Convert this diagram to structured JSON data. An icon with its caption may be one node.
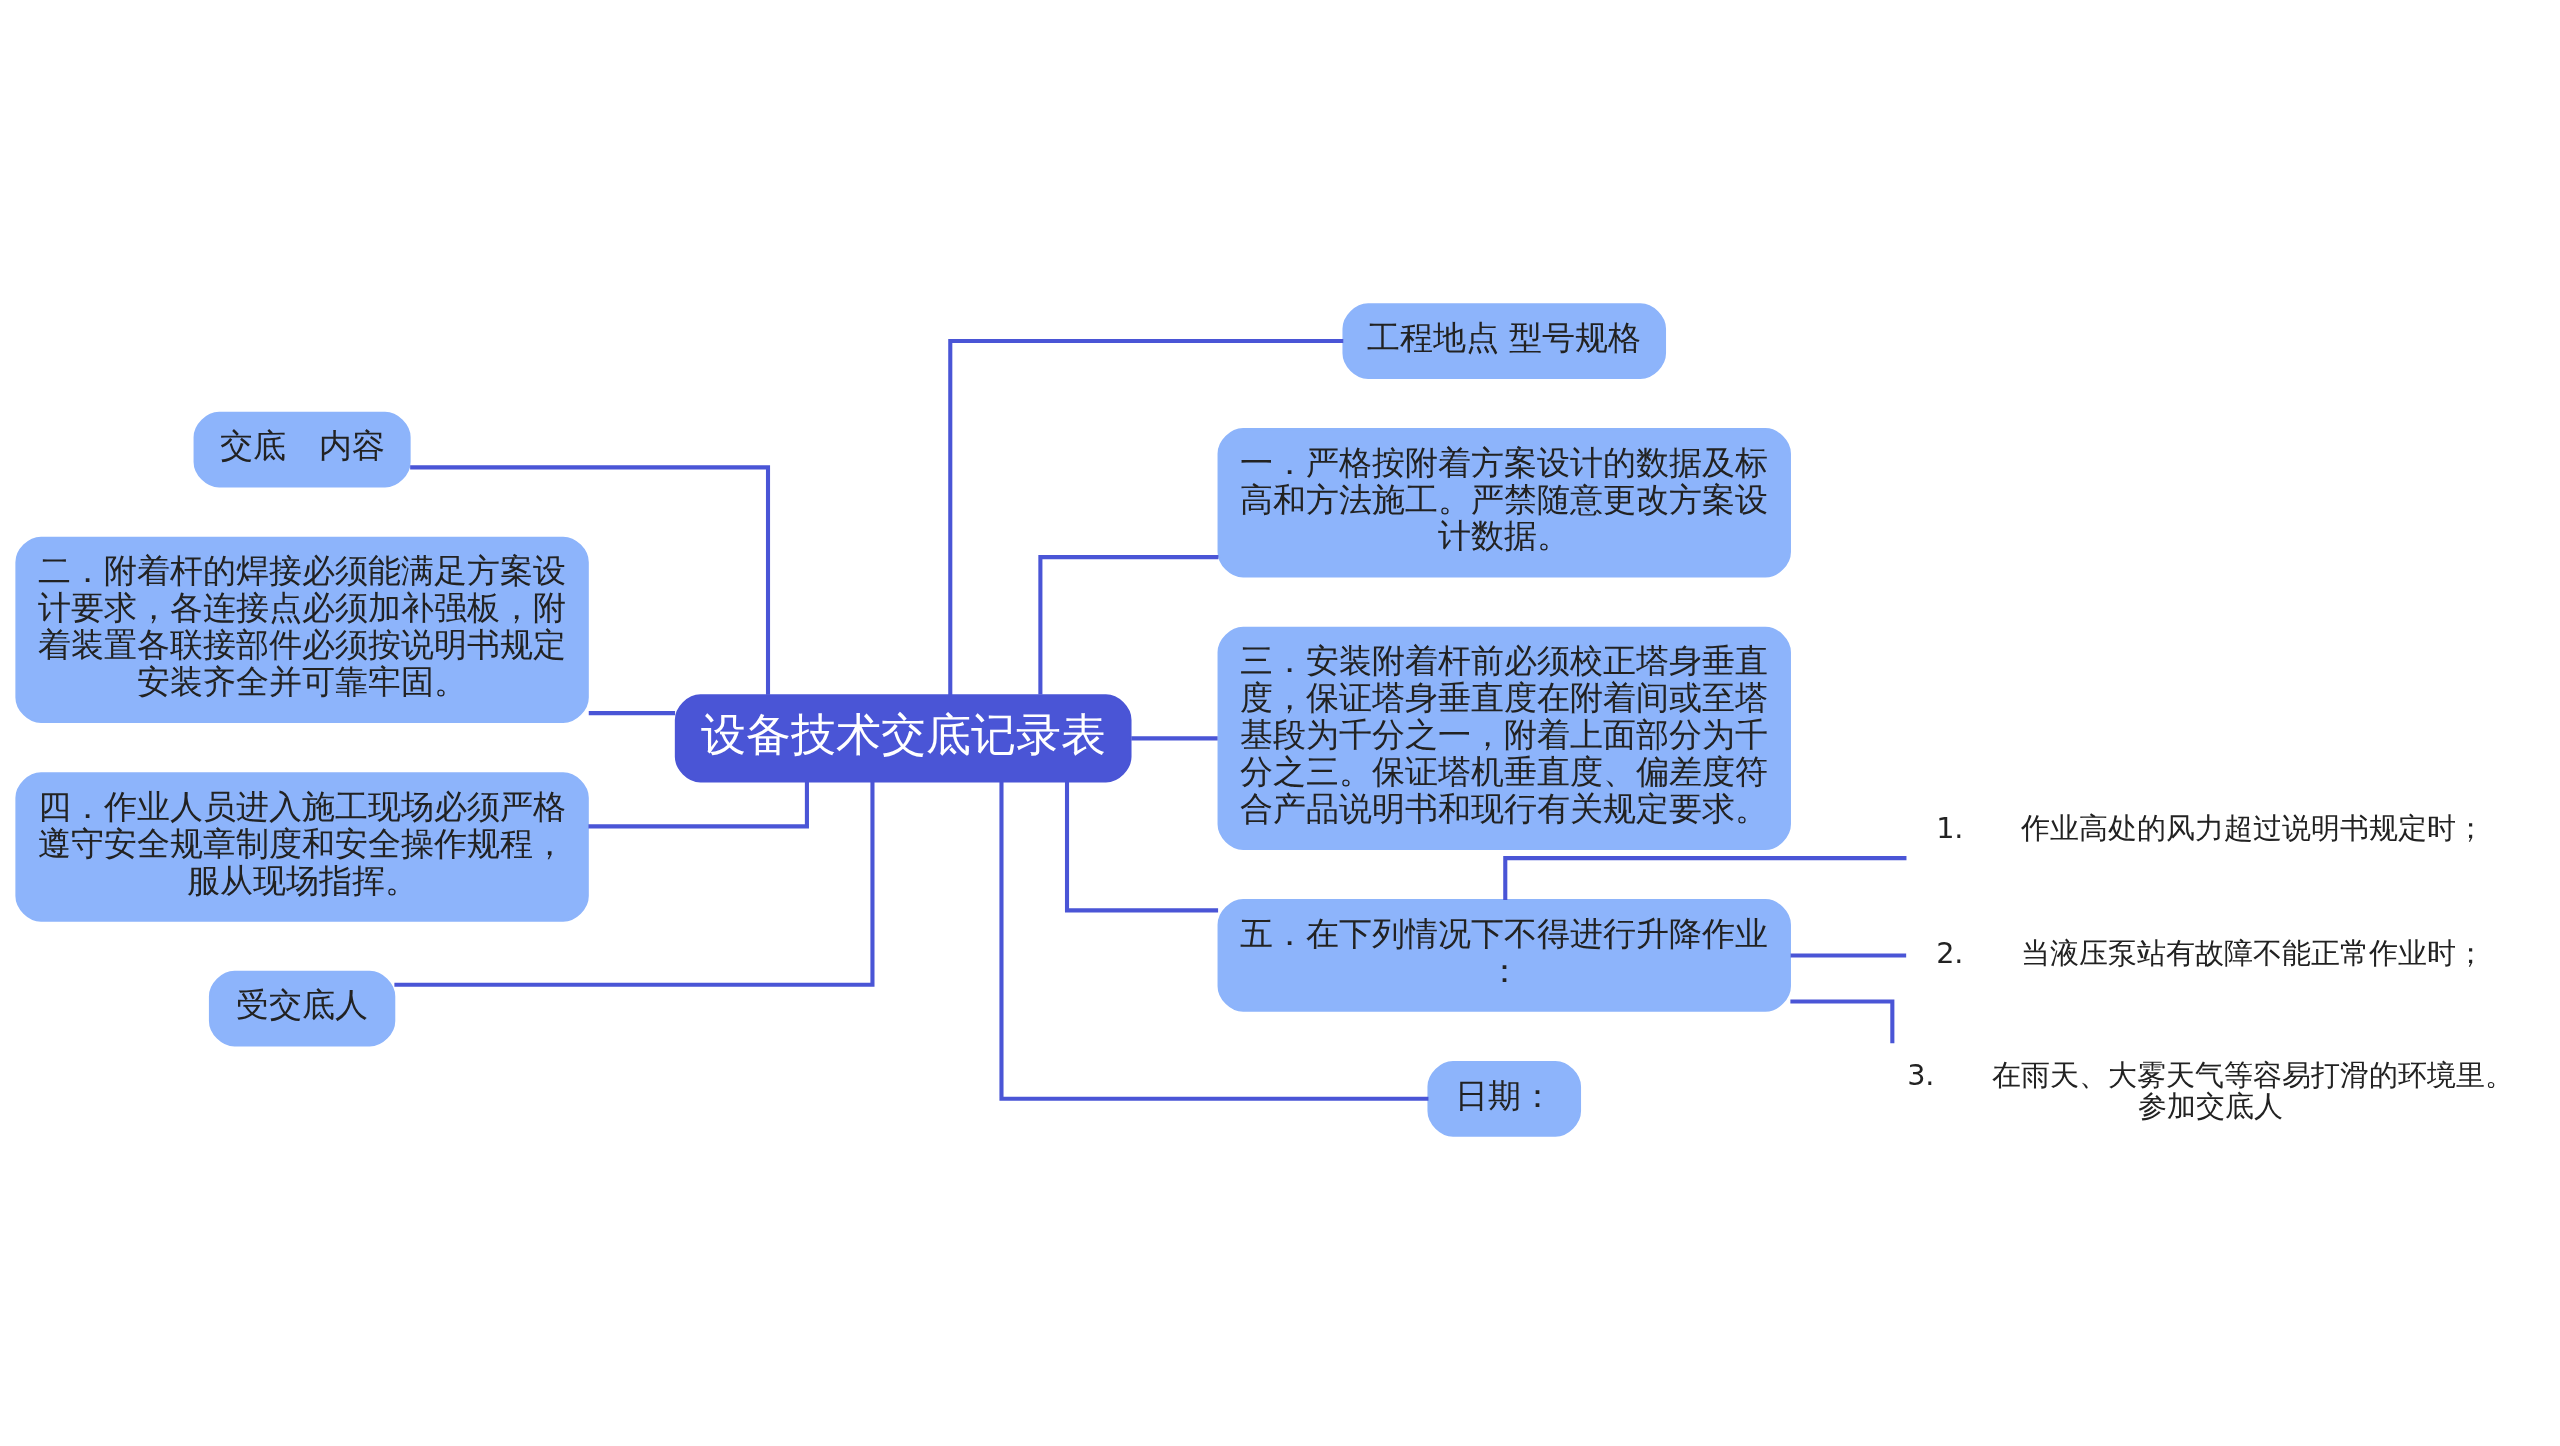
{
  "diagram": {
    "nodes": [
      {
        "text": [
          "设备技术交底记录表"
        ]
      },
      {
        "text": [
          "交底　内容"
        ]
      },
      {
        "text": [
          "二．附着杆的焊接必须能满足方案设计要求，各连接点必须加补强板，附着装置各联接部件必须按说明书规定安装齐全并可靠牢固。"
        ]
      },
      {
        "text": [
          "四．作业人员进入施工现场必须严格遵守安全规章制度和安全操作规程，服从现场指挥。"
        ]
      },
      {
        "text": [
          "受交底人"
        ]
      },
      {
        "text": [
          "工程地点 型号规格"
        ]
      },
      {
        "text": [
          "一．严格按附着方案设计的数据及标高和方法施工。严禁随意更改方案设计数据。"
        ]
      },
      {
        "text": [
          "三．安装附着杆前必须校正塔身垂直度，保证塔身垂直度在附着间或至塔基段为千分之一，附着上面部分为千分之三。保证塔机垂直度、偏差度符合产品说明书和现行有关规定要求。"
        ]
      },
      {
        "text": [
          "五．在下列情况下不得进行升降作业："
        ]
      },
      {
        "text": [
          "1.　　作业高处的风力超过说明书规定时；"
        ]
      },
      {
        "text": [
          "2.　　当液压泵站有故障不能正常作业时；"
        ]
      },
      {
        "text": [
          "3.　　在雨天、大雾天气等容易打滑的环境里。参加交底人"
        ]
      },
      {
        "text": [
          "日期："
        ]
      }
    ],
    "edges": [
      {
        "from": 0,
        "to": 1,
        "arrow": "none"
      },
      {
        "from": 0,
        "to": 2,
        "arrow": "none"
      },
      {
        "from": 0,
        "to": 3,
        "arrow": "none"
      },
      {
        "from": 0,
        "to": 4,
        "arrow": "none"
      },
      {
        "from": 0,
        "to": 5,
        "arrow": "none"
      },
      {
        "from": 0,
        "to": 6,
        "arrow": "none"
      },
      {
        "from": 0,
        "to": 7,
        "arrow": "none"
      },
      {
        "from": 0,
        "to": 8,
        "arrow": "none"
      },
      {
        "from": 8,
        "to": 9,
        "arrow": "none"
      },
      {
        "from": 8,
        "to": 10,
        "arrow": "none"
      },
      {
        "from": 8,
        "to": 11,
        "arrow": "none"
      },
      {
        "from": 0,
        "to": 12,
        "arrow": "none"
      }
    ]
  }
}
